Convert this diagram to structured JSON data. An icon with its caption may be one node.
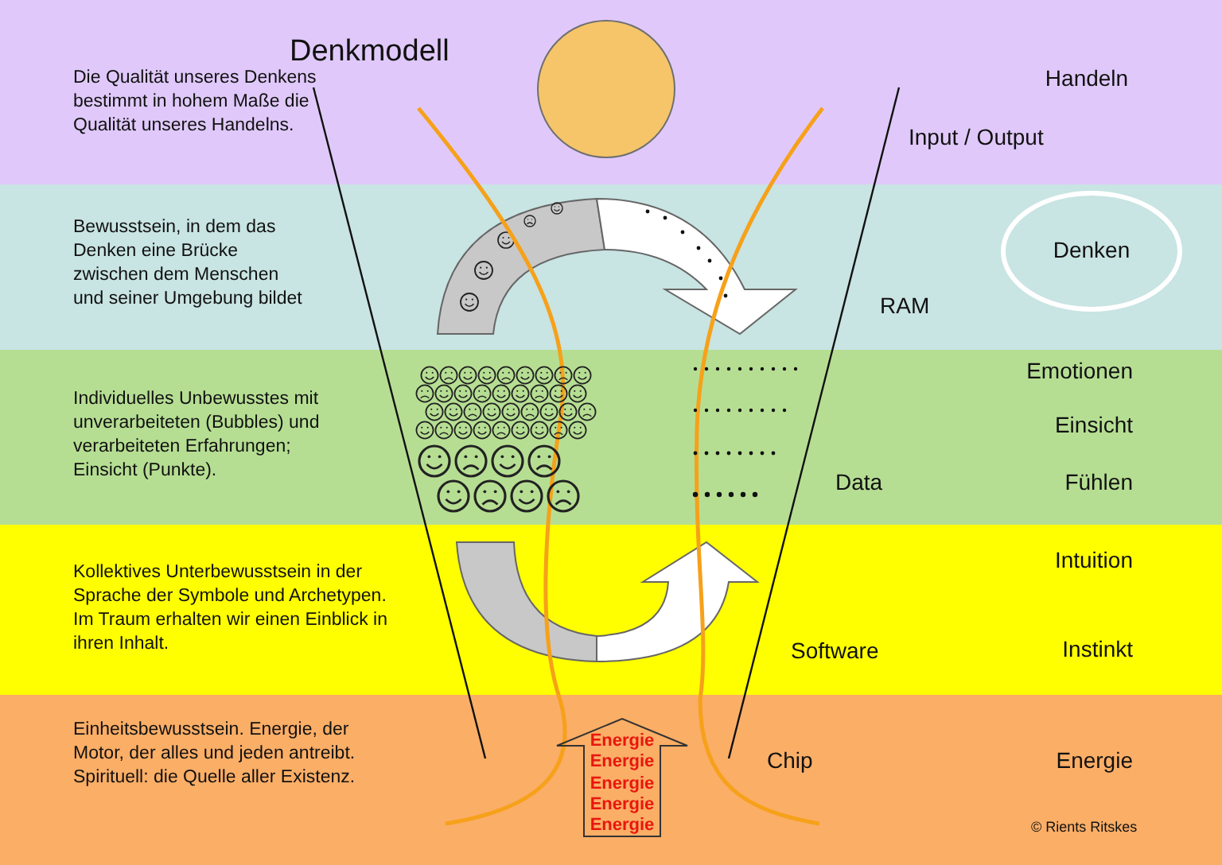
{
  "diagram": {
    "title": "Denkmodell",
    "nodes": [
      {
        "text": [
          "Die Qualität unseres Denkens bestimmt in hohem Maße die Qualität unseres Handelns."
        ]
      },
      {
        "text": [
          "Bewusstsein, in dem das Denken eine Brücke zwischen dem Menschen und seiner Umgebung bildet"
        ]
      },
      {
        "text": [
          "Denken"
        ],
        "in": 1
      },
      {
        "text": [
          "Individuelles Unbewusstes mit unverarbeiteten (Bubbles) und verarbeiteten Erfahrungen; Einsicht (Punkte)."
        ]
      },
      {
        "text": [
          "Kollektives Unterbewusstsein in der Sprache der Symbole und Archetypen. Im Traum erhalten wir einen Einblick in ihren Inhalt."
        ]
      },
      {
        "text": [
          "Einheitsbewusstsein. Energie, der Motor, der alles und jeden antreibt. Spirituell: die Quelle aller Existenz."
        ]
      },
      {
        "text": [
          "Energie",
          "Energie",
          "Energie",
          "Energie",
          "Energie"
        ],
        "in": 5
      }
    ],
    "labels": [
      "Handeln",
      "Input / Output",
      "RAM",
      "Emotionen",
      "Einsicht",
      "Data",
      "Fühlen",
      "Intuition",
      "Software",
      "Instinkt",
      "Chip",
      "Energie",
      "© Rients Ritskes"
    ]
  }
}
